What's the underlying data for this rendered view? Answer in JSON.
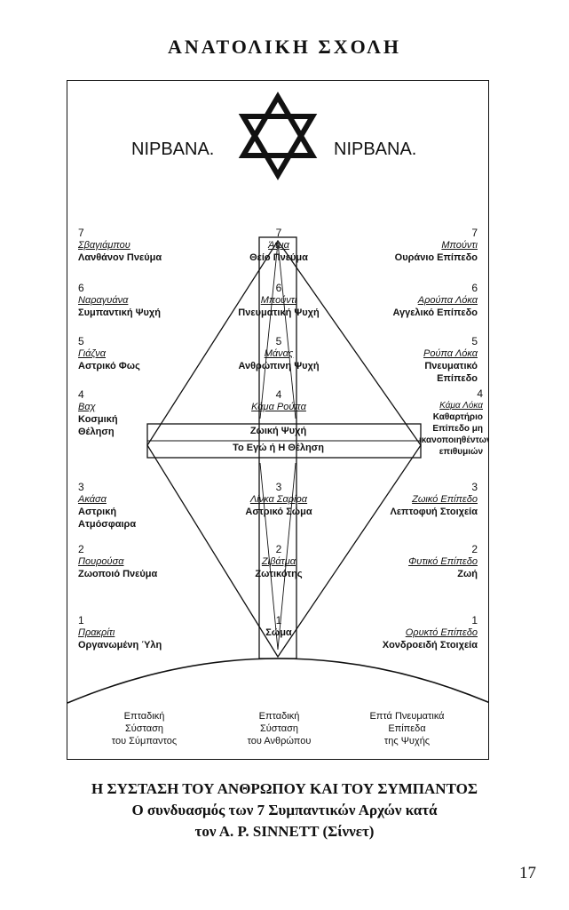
{
  "header": {
    "title": "ΑΝΑΤΟΛΙΚΗ ΣΧΟΛΗ"
  },
  "diagram": {
    "nirvana_left": "NIPBANA.",
    "nirvana_right": "NIPBANA.",
    "universe": [
      {
        "level": "7",
        "sanskrit": "Σβαγιάμπου",
        "greek": "Λανθάνον Πνεύμα"
      },
      {
        "level": "6",
        "sanskrit": "Ναραγυάνα",
        "greek": "Συμπαντική Ψυχή"
      },
      {
        "level": "5",
        "sanskrit": "Γιάζνα",
        "greek": "Αστρικό Φως"
      },
      {
        "level": "4",
        "sanskrit": "Βαχ",
        "greek": "Κοσμική Θέληση"
      },
      {
        "level": "3",
        "sanskrit": "Ακάσα",
        "greek": "Αστρική Ατμόσφαιρα"
      },
      {
        "level": "2",
        "sanskrit": "Πουρούσα",
        "greek": "Ζωοποιό Πνεύμα"
      },
      {
        "level": "1",
        "sanskrit": "Πρακρίτι",
        "greek": "Οργανωμένη Ύλη"
      }
    ],
    "human": [
      {
        "level": "7",
        "sanskrit": "Άτμα",
        "greek": "Θείο Πνεύμα"
      },
      {
        "level": "6",
        "sanskrit": "Μπούντι",
        "greek": "Πνευματική Ψυχή"
      },
      {
        "level": "5",
        "sanskrit": "Μάνας",
        "greek": "Ανθρώπινη Ψυχή"
      },
      {
        "level": "4",
        "sanskrit": "Κάμα Ρούπα",
        "greek": "Ζωική Ψυχή",
        "extra": "Το Εγώ ή Η Θέληση"
      },
      {
        "level": "3",
        "sanskrit": "Λίνκα Σαρίρα",
        "greek": "Αστρικό Σώμα"
      },
      {
        "level": "2",
        "sanskrit": "Ζιβάτμα",
        "greek": "Ζωτικότης"
      },
      {
        "level": "1",
        "sanskrit": "",
        "greek": "Σώμα"
      }
    ],
    "soul_planes": [
      {
        "level": "7",
        "sanskrit": "Μπούντι",
        "greek": "Ουράνιο Επίπεδο"
      },
      {
        "level": "6",
        "sanskrit": "Αρούπα Λόκα",
        "greek": "Αγγελικό Επίπεδο"
      },
      {
        "level": "5",
        "sanskrit": "Ρούπα Λόκα",
        "greek": "Πνευματικό Επίπεδο"
      },
      {
        "level": "4",
        "sanskrit": "Κάμα Λόκα",
        "greek": "Καθαρτήριο Επίπεδο μη ικανοποιηθέντων επιθυμιών"
      },
      {
        "level": "3",
        "sanskrit": "Ζωικό Επίπεδο",
        "greek": "Λεπτοφυή Στοιχεία"
      },
      {
        "level": "2",
        "sanskrit": "Φυτικό Επίπεδο",
        "greek": "Ζωή"
      },
      {
        "level": "1",
        "sanskrit": "Ορυκτό Επίπεδο",
        "greek": "Χονδροειδή Στοιχεία"
      }
    ],
    "footer": {
      "left": [
        "Επταδική",
        "Σύσταση",
        "του Σύμπαντος"
      ],
      "center": [
        "Επταδική",
        "Σύσταση",
        "του Ανθρώπου"
      ],
      "right": [
        "Επτά Πνευματικά",
        "Επίπεδα",
        "της Ψυχής"
      ]
    }
  },
  "caption": {
    "line1": "Η ΣΥΣΤΑΣΗ ΤΟΥ ΑΝΘΡΩΠΟΥ ΚΑΙ ΤΟΥ ΣΥΜΠΑΝΤΟΣ",
    "line2": "Ο συνδυασμός των 7 Συμπαντικών Αρχών κατά",
    "line3": "τον Α. Ρ. SINNETT (Σίννετ)"
  },
  "page_number": "17"
}
